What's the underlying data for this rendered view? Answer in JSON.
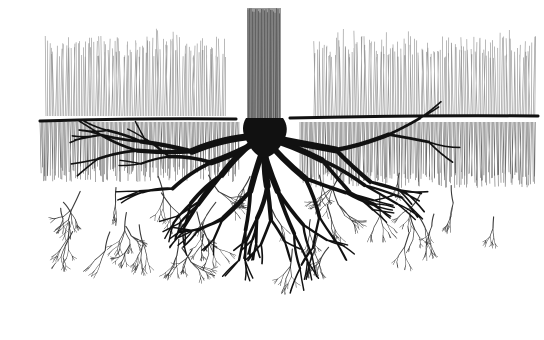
{
  "illustration": {
    "subject": "root-system-cross-section",
    "palette": {
      "ink": "#111111",
      "mid_ink": "#3a3a3a",
      "soft_ink": "#6a6a6a",
      "grass": "#8a8a8a",
      "paper": "#ffffff"
    },
    "parts": [
      "trunk",
      "ground-line",
      "grass-left",
      "grass-right",
      "soil-left",
      "soil-right",
      "root-crown",
      "main-roots",
      "fine-roots"
    ]
  }
}
